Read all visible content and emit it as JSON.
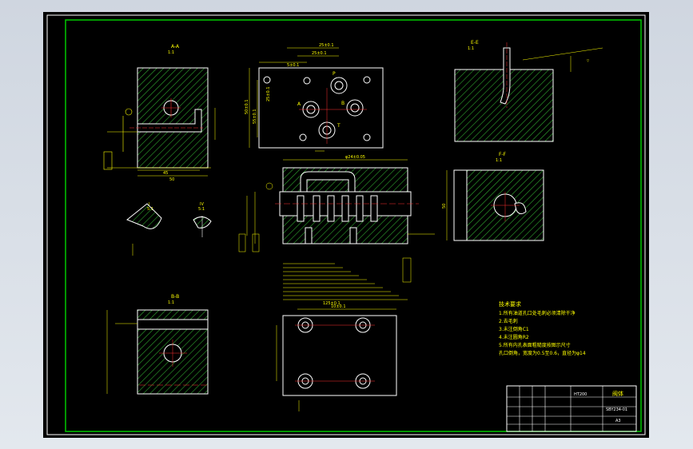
{
  "viewport": {
    "background": "#d8dee7"
  },
  "colors": {
    "outline": "#ffffff",
    "border": "#00c800",
    "hatch": "#2fa82f",
    "dimension": "#ffff00",
    "centerline": "#ff3030",
    "title_block": "#ffffff"
  },
  "views": {
    "section_aa": {
      "label": "A-A",
      "scale": "1:1"
    },
    "section_bb": {
      "label": "B-B",
      "scale": "1:1"
    },
    "section_ee": {
      "label": "E-E",
      "scale": "1:1"
    },
    "section_ff": {
      "label": "F-F",
      "scale": "1:1"
    },
    "detail_1": {
      "label": "I",
      "scale": "5:1"
    },
    "detail_2": {
      "label": "IV",
      "scale": "5:1"
    }
  },
  "top_view": {
    "port_labels": [
      "P",
      "A",
      "B",
      "T"
    ],
    "dims": [
      "25±0.1",
      "25±0.1",
      "5±0.1",
      "50±0.1",
      "25±0.1",
      "55±0.1"
    ]
  },
  "dims": {
    "left_overall": "50",
    "left_inner": "45",
    "right_height": "50",
    "bottom_width": "10±0.1",
    "front_top": "φ24±0.05",
    "front_width": "125±0.1"
  },
  "tech_notes": {
    "heading": "技术要求",
    "items": [
      "1.所有油道孔口处毛刺必须清除干净",
      "2.去毛刺",
      "3.未注倒角C1",
      "4.未注圆角R2",
      "5.所有内孔表面粗糙度按图示尺寸",
      "孔口倒角，宽度为0.5至0.6，直径为φ14"
    ]
  },
  "title_block": {
    "name": "阀体",
    "drawing_no": "SBY234-01",
    "material": "HT200",
    "sheet": "A3"
  }
}
